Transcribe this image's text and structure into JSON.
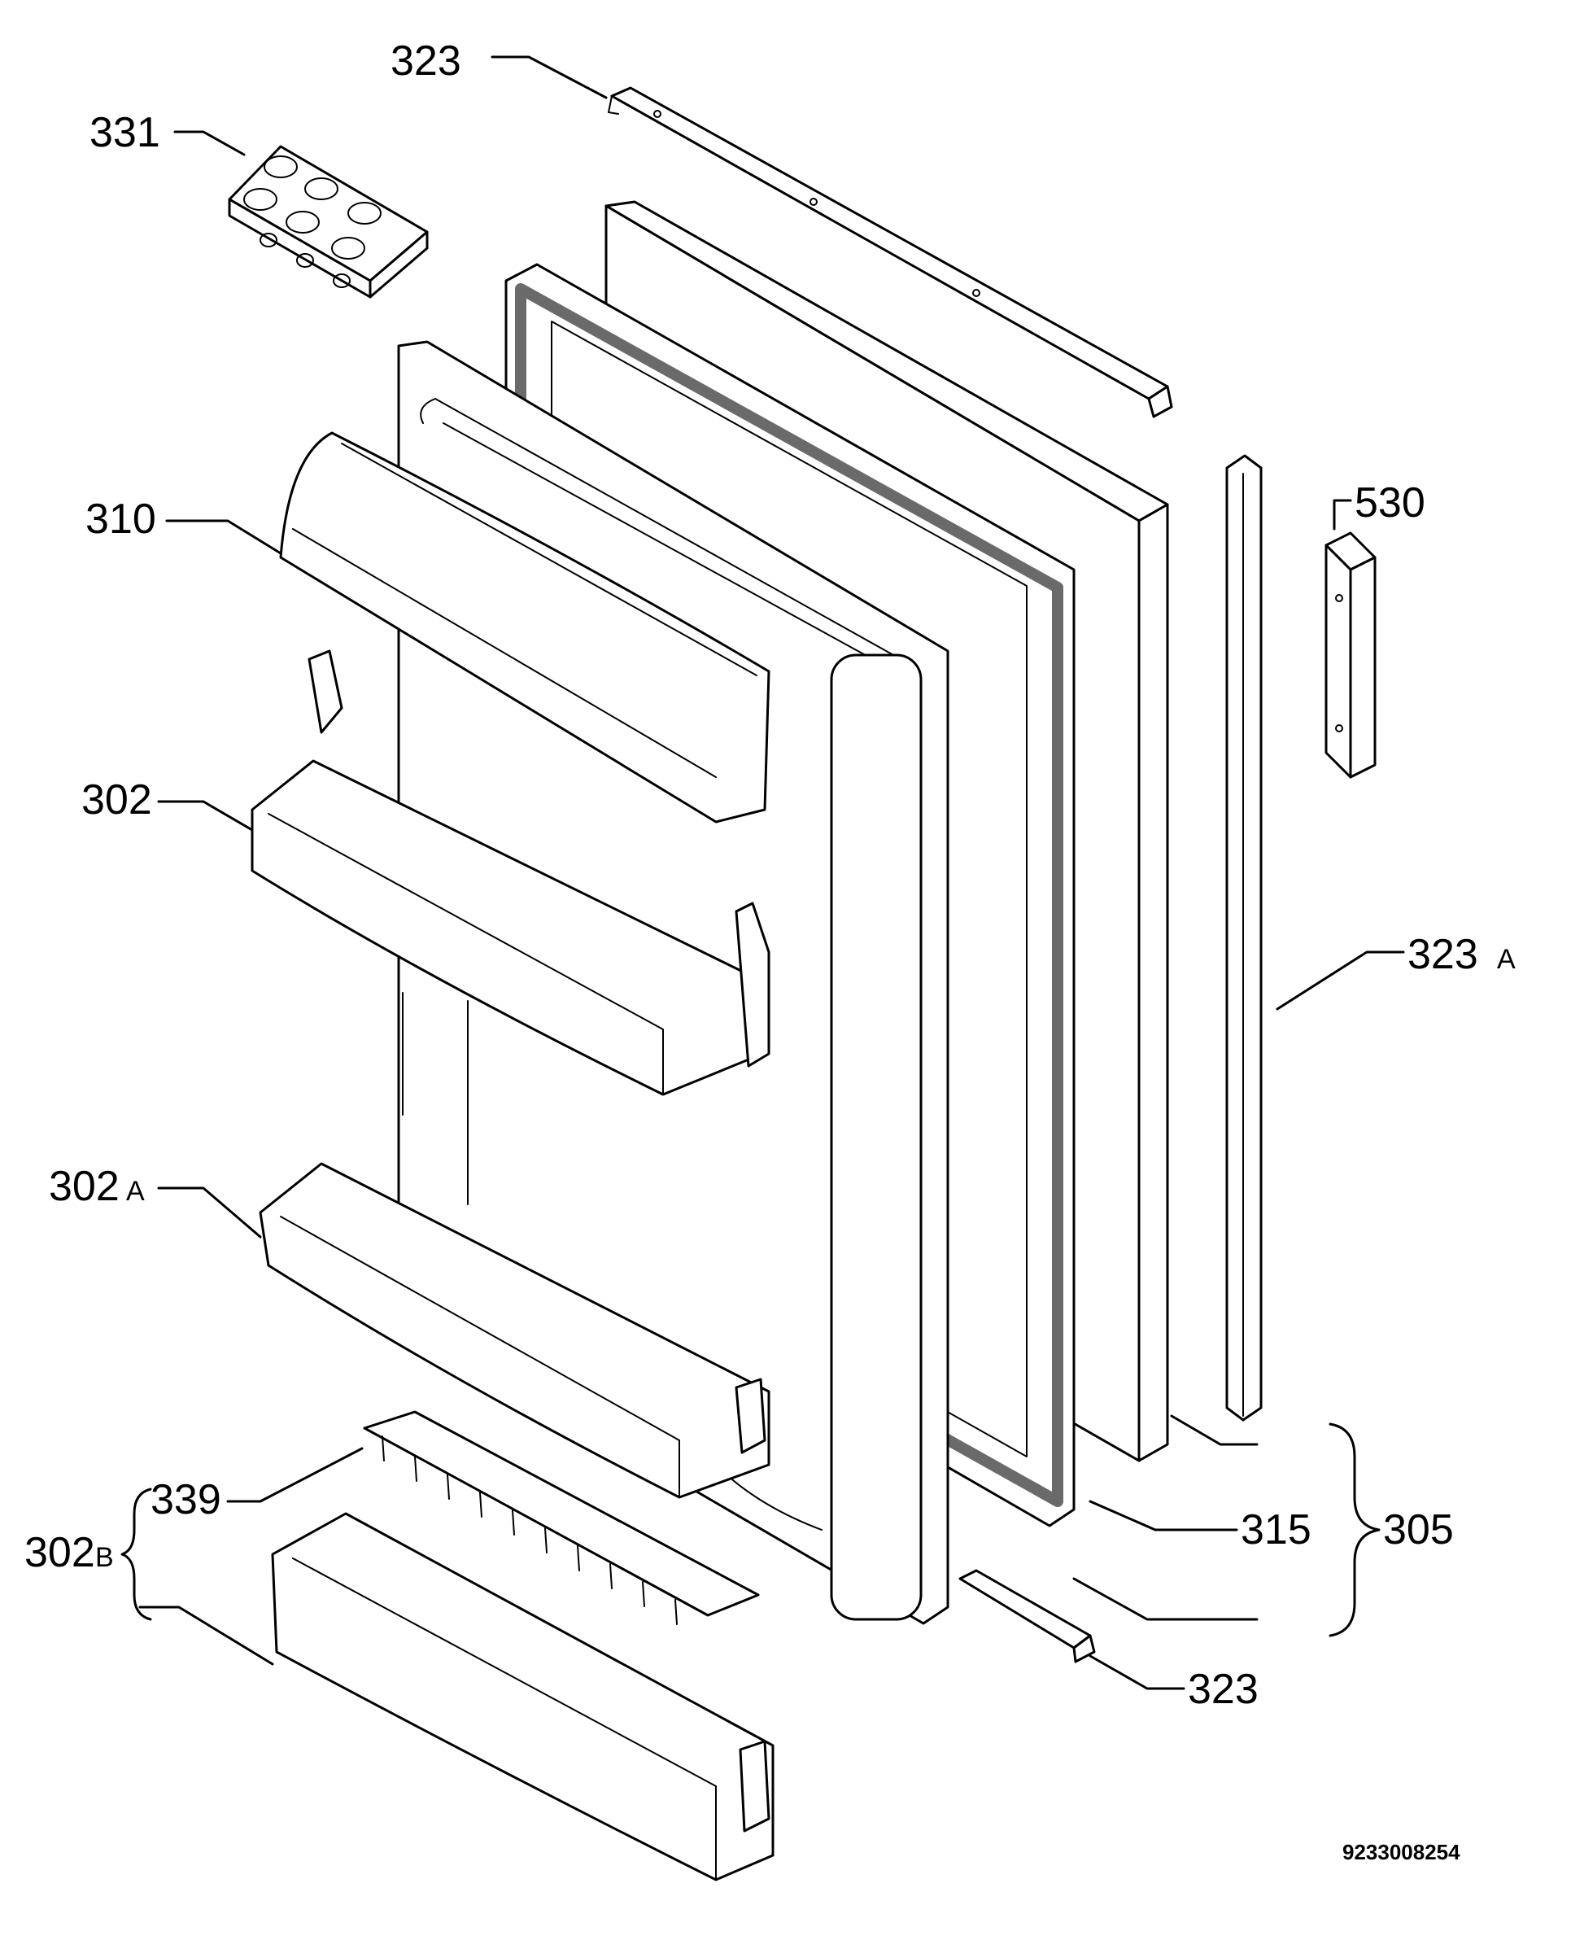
{
  "labels": {
    "p331": "331",
    "p323_top": "323",
    "p310": "310",
    "p530": "530",
    "p302": "302",
    "p323a": "323",
    "p323a_suffix": "A",
    "p302a": "302",
    "p302a_suffix": "A",
    "p339": "339",
    "p302b": "302",
    "p302b_suffix": "B",
    "p315": "315",
    "p305": "305",
    "p323_bottom": "323"
  },
  "drawing_code": "9233008254"
}
